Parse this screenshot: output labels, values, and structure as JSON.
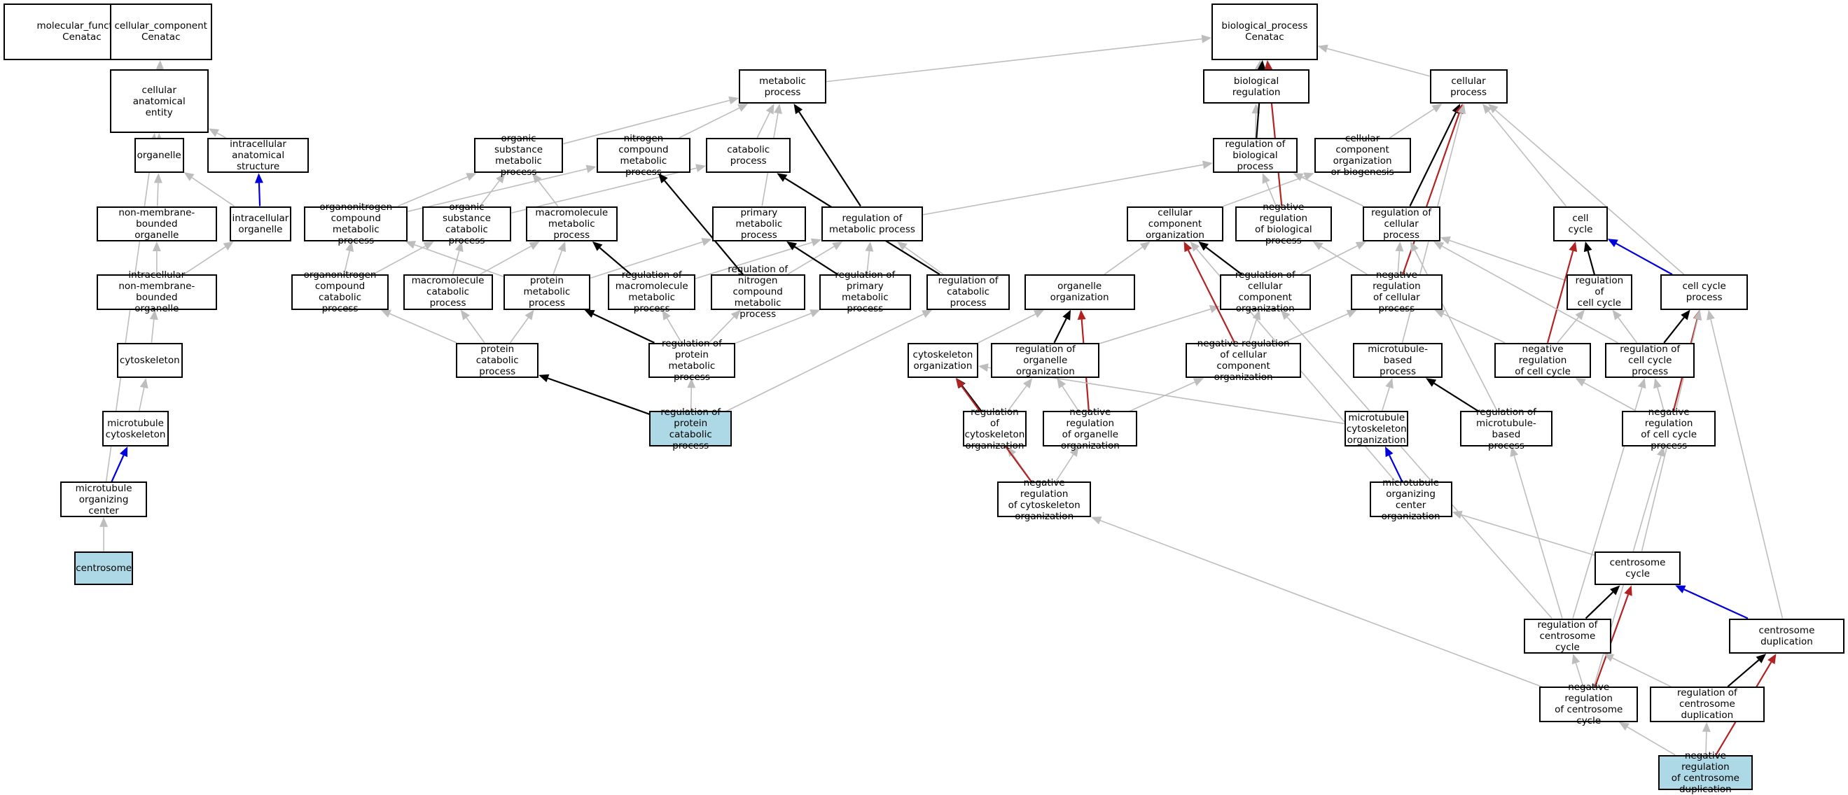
{
  "colors": {
    "is_a": "#bdbdbd",
    "part_of": "#0000dd",
    "regulates": "#000000",
    "negatively_regulates": "#b22222",
    "highlight_fill": "#add8e6"
  },
  "nodes": {
    "mf": "molecular_function\nCenatac",
    "cc": "cellular_component\nCenatac",
    "bp": "biological_process\nCenatac",
    "cae": "cellular anatomical\nentity",
    "metab": "metabolic process",
    "bioreg": "biological regulation",
    "cellproc": "cellular process",
    "organelle": "organelle",
    "ias": "intracellular\nanatomical structure",
    "osmp": "organic substance\nmetabolic process",
    "ncmp": "nitrogen compound\nmetabolic process",
    "catab": "catabolic process",
    "regbio": "regulation of\nbiological process",
    "ccob": "cellular component\norganization\nor biogenesis",
    "nmbo": "non-membrane-bounded\norganelle",
    "io": "intracellular\norganelle",
    "oncmp": "organonitrogen\ncompound metabolic\nprocess",
    "oscp": "organic substance\ncatabolic process",
    "mmp": "macromolecule\nmetabolic process",
    "pmp": "primary metabolic\nprocess",
    "regmetab": "regulation of\nmetabolic process",
    "cco": "cellular component\norganization",
    "nrbp": "negative regulation\nof biological\nprocess",
    "regcell": "regulation of\ncellular process",
    "cellcycle": "cell cycle",
    "inmbo": "intracellular\nnon-membrane-bounded\norganelle",
    "occp": "organonitrogen\ncompound catabolic\nprocess",
    "mcp": "macromolecule\ncatabolic process",
    "protmp": "protein metabolic\nprocess",
    "rmmp": "regulation of\nmacromolecule\nmetabolic process",
    "rncmp": "regulation of\nnitrogen compound\nmetabolic process",
    "rpmp": "regulation of\nprimary metabolic\nprocess",
    "rcatab": "regulation of\ncatabolic process",
    "oo": "organelle organization",
    "rcco": "regulation of\ncellular component\norganization",
    "nrcp": "negative regulation\nof cellular\nprocess",
    "rcc": "regulation of\ncell cycle",
    "ccp": "cell cycle process",
    "cytoskel": "cytoskeleton",
    "pcp": "protein catabolic\nprocess",
    "rpmp2": "regulation of\nprotein metabolic\nprocess",
    "cyto_org": "cytoskeleton\norganization",
    "roo": "regulation of\norganelle organization",
    "nrcco": "negative regulation\nof cellular\ncomponent organization",
    "mtbp": "microtubule-based\nprocess",
    "nrcc": "negative regulation\nof cell cycle",
    "rccp": "regulation of\ncell cycle process",
    "mtcyto": "microtubule\ncytoskeleton",
    "rpcp": "regulation of\nprotein catabolic\nprocess",
    "rco": "regulation of\ncytoskeleton\norganization",
    "nroo": "negative regulation\nof organelle\norganization",
    "mtco": "microtubule\ncytoskeleton\norganization",
    "rmtbp": "regulation of\nmicrotubule-based\nprocess",
    "nrccp": "negative regulation\nof cell cycle\nprocess",
    "mtoc": "microtubule\norganizing center",
    "nrco": "negative regulation\nof cytoskeleton\norganization",
    "mtoco": "microtubule\norganizing center\norganization",
    "centrosome": "centrosome",
    "centcycle": "centrosome cycle",
    "rcentcycle": "regulation of\ncentrosome cycle",
    "centdup": "centrosome duplication",
    "nrcentcycle": "negative regulation\nof centrosome\ncycle",
    "rcentdup": "regulation of\ncentrosome duplication",
    "nrcentdup": "negative regulation\nof centrosome\nduplication"
  }
}
